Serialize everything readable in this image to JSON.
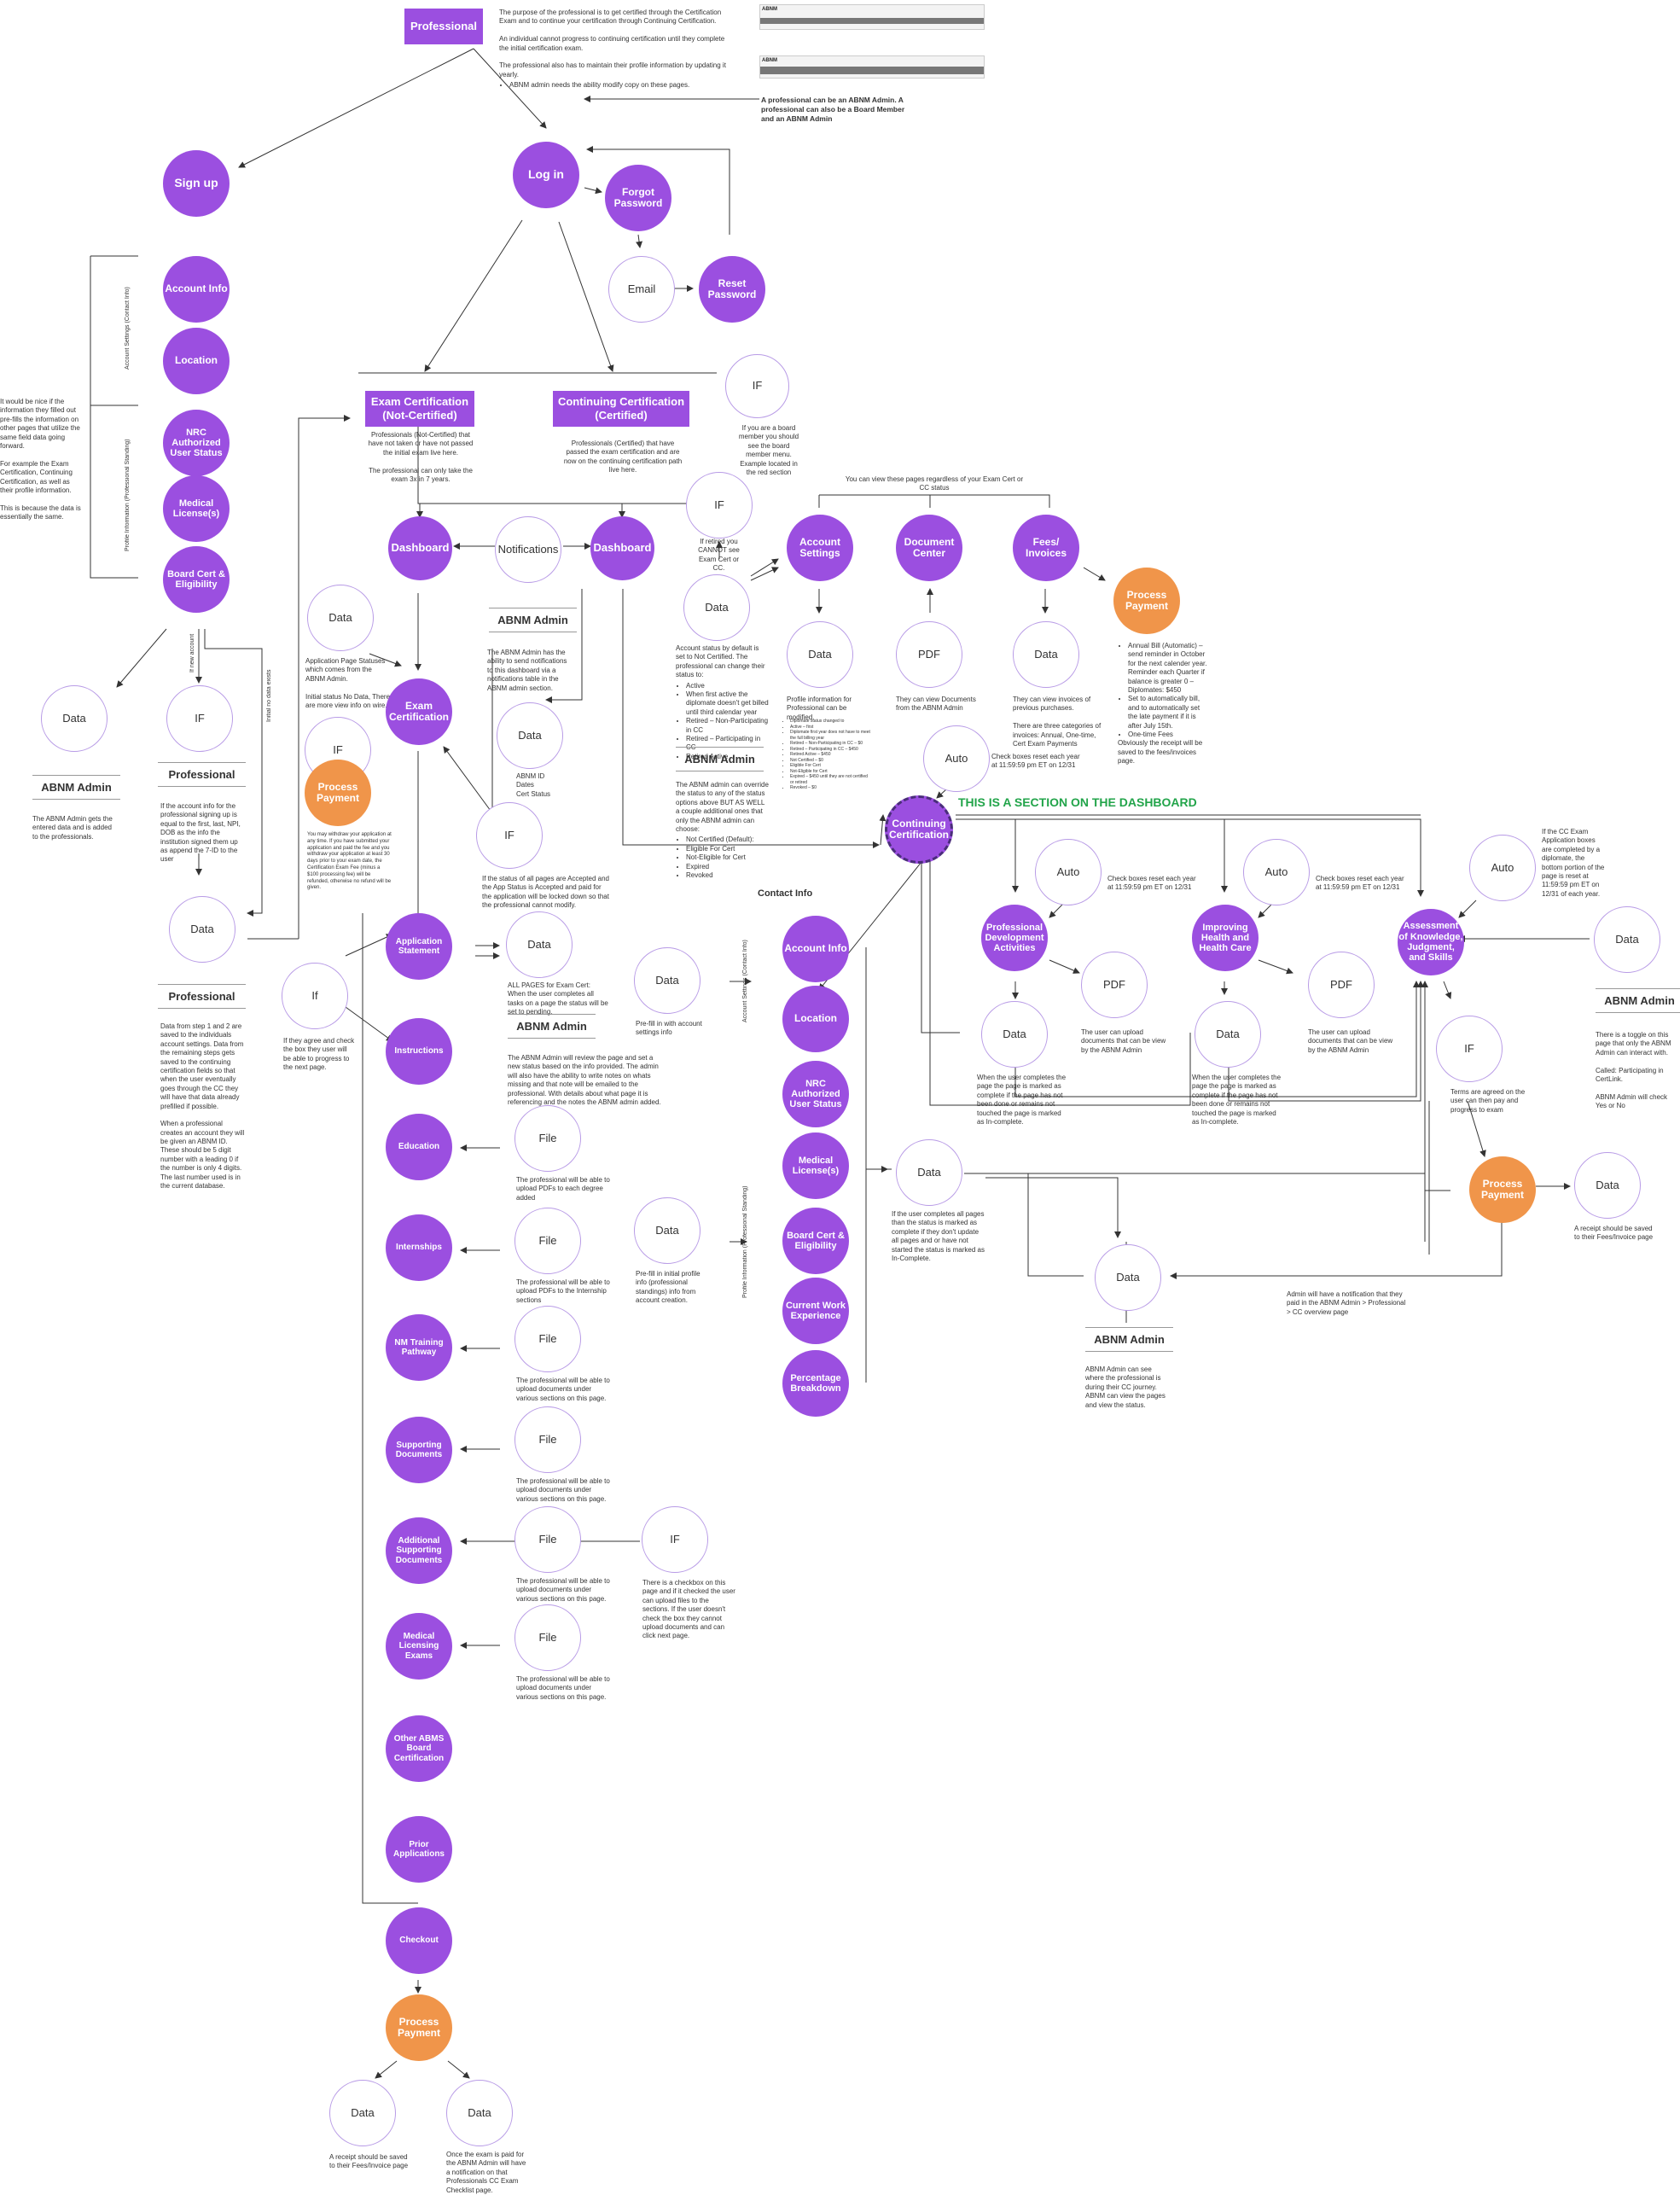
{
  "top": {
    "professional_box": "Professional",
    "purpose_note": "The purpose of the professional is to get certified through the Certification Exam and to continue your certification through Continuing Certification.",
    "purpose_note2": "An individual cannot progress to continuing certification until they complete the initial certification exam.",
    "purpose_note3": "The professional also has to maintain their profile information by updating it yearly.",
    "purpose_bullet": "ABNM admin needs the ability modify copy on these pages.",
    "admin_note": "A professional can be an ABNM Admin. A professional can also be a Board Member and an ABNM Admin",
    "thumb_logo1": "ABNM",
    "thumb_logo2": "ABNM"
  },
  "auth": {
    "signup": "Sign up",
    "login": "Log in",
    "forgot": "Forgot Password",
    "email": "Email",
    "reset": "Reset Password"
  },
  "left_profile": {
    "account_info": "Account Info",
    "location": "Location",
    "nrc": "NRC Authorized User Status",
    "medical": "Medical License(s)",
    "board_cert": "Board Cert & Eligibility",
    "account_settings_label": "Account Settings (Contact Info)",
    "profile_label": "Profile Information (Professional Standing)",
    "side_note": "It would be nice if the information they filled out pre-fills the information on other pages that utilize the same field data going forward.\n\nFor example the Exam Certification, Continuing Certification, as well as their profile information.\n\nThis is because the data is essentially the same.",
    "if_new": "If new account",
    "if_no_data": "Initial no data exists",
    "data1": "Data",
    "abnm_admin1": "ABNM Admin",
    "abnm_admin1_note": "The ABNM Admin gets the entered data and is added to the professionals.",
    "if1": "IF",
    "professional_label1": "Professional",
    "professional_note1": "If the account info for the professional signing up is equal to the first, last, NPI, DOB as the info the institution signed them up as append the 7-ID to the user",
    "data2": "Data",
    "professional_label2": "Professional",
    "professional_note2": "Data from step 1 and 2 are saved to the individuals account settings. Data from the remaining steps gets saved to the continuing certification fields so that when the user eventually goes through the CC they will have that data already prefilled if possible.\n\nWhen a professional creates an account they will be given an ABNM ID. These should be 5 digit number with a leading 0 if the number is only 4 digits. The last number used is in the current database."
  },
  "exam": {
    "title": "Exam Certification (Not-Certified)",
    "note": "Professionals (Not-Certified) that have not taken or have not passed the initial exam live here.\n\nThe professional can only take the exam 3x in 7 years.",
    "dashboard": "Dashboard",
    "notifications": "Notifications",
    "admin_label": "ABNM Admin",
    "admin_note": "The ABNM Admin has the ability to send notifications to this dashboard via a notifications table in the ABNM admin section.",
    "data_left": "Data",
    "data_left_note": "Application Page Statuses which comes from the ABNM Admin.\n\nInitial status No Data, There are more view info on wire.",
    "if_left": "IF",
    "process_payment_left": "Process Payment",
    "process_payment_left_note": "You may withdraw your application at any time. If you have submitted your application and paid the fee and you withdraw your application at least 30 days prior to your exam date, the Certification Exam Fee (minus a $100 processing fee) will be refunded, otherwise no refund will be given.",
    "exam_cert_node": "Exam Certification",
    "data_mid": "Data",
    "data_mid_note": "ABNM ID\nDates\nCert Status",
    "if_mid": "IF",
    "if_mid_note": "If the status of all pages are Accepted and the App Status is Accepted and paid for the application will be locked down so that the professional cannot modify.",
    "if_steps": "If",
    "if_steps_note": "If they agree and check the box they user will be able to progress to the next page.",
    "steps": [
      "Application Statement",
      "Instructions",
      "Education",
      "Internships",
      "NM Training Pathway",
      "Supporting Documents",
      "Additional Supporting Documents",
      "Medical Licensing Exams",
      "Other ABMS Board Certification",
      "Prior Applications",
      "Checkout"
    ],
    "data_app": "Data",
    "data_app_note": "ALL PAGES for Exam Cert:\nWhen the user completes all tasks on a page the status will be set to pending.",
    "admin_label2": "ABNM Admin",
    "admin_note2": "The ABNM Admin will review the page and set a new status based on the info provided. The admin will also have the ability to write notes on whats missing and that note will be emailed to the professional. With details about what page it is referencing and the notes the ABNM admin added.",
    "files": [
      {
        "label": "File",
        "note": "The professional will be able to upload PDFs to each degree added"
      },
      {
        "label": "File",
        "note": "The professional will be able to upload PDFs to the Internship sections"
      },
      {
        "label": "File",
        "note": "The professional will be able to upload documents under various sections on this page."
      },
      {
        "label": "File",
        "note": "The professional will be able to upload documents under various sections on this page."
      },
      {
        "label": "File",
        "note": "The professional will be able to upload documents under various sections on this page."
      },
      {
        "label": "File",
        "note": "The professional will be able to upload documents under various sections on this page."
      }
    ],
    "if_checkbox": "IF",
    "if_checkbox_note": "There is a checkbox on this page and if it checked the user can upload files to the sections. If the user doesn't check the box they cannot upload documents and can click next page.",
    "process_payment_bottom": "Process Payment",
    "data_b1": "Data",
    "data_b1_note": "A receipt should be saved to their Fees/Invoice page",
    "data_b2": "Data",
    "data_b2_note": "Once the exam is paid for the ABNM Admin will have a notification on that Professionals CC Exam Checklist page."
  },
  "cc": {
    "title": "Continuing Certification (Certified)",
    "note": "Professionals (Certified) that have passed the exam certification and are now on the continuing certification path live here.",
    "if_board": "IF",
    "if_board_note": "If you are a board member you should see the board member menu. Example located in the red section",
    "if_retired": "IF",
    "if_retired_note": "If retired you CANNOT see Exam Cert or CC.",
    "dashboard": "Dashboard",
    "data": "Data",
    "data_note": "Account status by default is set to Not Certified. The professional can change their status to:",
    "data_bullets": [
      "Active",
      "When first active the diplomate doesn't get billed until third calendar year",
      "Retired – Non-Participating in CC",
      "Retired – Participating in CC",
      "Retired Active"
    ],
    "admin_label": "ABNM Admin",
    "admin_note": "The ABNM admin can override the status to any of the status options above BUT AS WELL a couple additional ones that only the ABNM admin can choose:",
    "admin_bullets": [
      "Not Certified (Default):",
      "Eligible For Cert",
      "Not-Eligible for Cert",
      "Expired",
      "Revoked"
    ],
    "view_regardless": "You can view these pages regardless of your Exam Cert or CC status",
    "account_settings": "Account Settings",
    "document_center": "Document Center",
    "fees": "Fees/ Invoices",
    "process_payment": "Process Payment",
    "pp_note": [
      "Annual Bill (Automatic) – send reminder in October for the next calender year. Reminder each Quarter if balance is greater 0 – Diplomates: $450",
      "Set to automatically bill, and to automatically set the late payment if it is after July 15th.",
      "One-time Fees"
    ],
    "pp_note2": "Obviously the receipt will be saved to the fees/invoices page.",
    "data_as": "Data",
    "data_as_note": "Profile information for Professional can be modified.",
    "pdf_dc": "PDF",
    "pdf_dc_note": "They can view Documents from the ABNM Admin",
    "data_fees": "Data",
    "data_fees_note": "They can view invoices of previous purchases.\n\nThere are three categories of invoices: Annual, One-time, Cert Exam Payments",
    "auto_top": "Auto",
    "auto_top_note": "Check boxes reset each year at 11:59:59 pm ET on 12/31",
    "section_banner": "THIS IS A SECTION ON THE DASHBOARD",
    "cc_node": "Continuing Certification",
    "contact_info": "Contact Info",
    "account_info": "Account Info",
    "location": "Location",
    "nrc": "NRC Authorized User Status",
    "medical": "Medical License(s)",
    "board_cert": "Board Cert & Eligibility",
    "work_exp": "Current Work Experience",
    "percent": "Percentage Breakdown",
    "acct_label": "Account Settings (Contact Info)",
    "profile_label": "Profile Information (Professional Standing)",
    "data_prefill1": "Data",
    "data_prefill1_note": "Pre-fill in with account settings info",
    "data_prefill2": "Data",
    "data_prefill2_note": "Pre-fill in initial profile info (professional standings) info from account creation.",
    "data_profile": "Data",
    "data_profile_note": "If the user completes all pages than the status is marked as complete if they don't update all pages and or have not started the status is marked as In-Complete.",
    "auto_pda": "Auto",
    "auto_pda_note": "Check boxes reset each year at 11:59:59 pm ET on 12/31",
    "pda": "Professional Development Activities",
    "pdf_pda": "PDF",
    "pdf_pda_note": "The user can upload documents that can be view by the ABNM Admin",
    "data_pda": "Data",
    "data_pda_note": "When the user completes the page the page is marked as complete if the page has not been done or remains not touched the page is marked as In-complete.",
    "auto_ihc": "Auto",
    "auto_ihc_note": "Check boxes reset each year at 11:59:59 pm ET on 12/31",
    "ihc": "Improving Health and Health Care",
    "pdf_ihc": "PDF",
    "pdf_ihc_note": "The user can upload documents that can be view by the ABNM Admin",
    "data_ihc": "Data",
    "data_ihc_note": "When the user completes the page the page is marked as complete if the page has not been done or remains not touched the page is marked as In-complete.",
    "auto_ak": "Auto",
    "auto_ak_note": "If the CC Exam Application boxes are completed by a diplomate, the bottom portion of the page is reset at 11:59:59 pm ET on 12/31 of each year.",
    "ak": "Assessment of Knowledge, Judgment, and Skills",
    "if_ak": "IF",
    "if_ak_note": "Terms are agreed on the user can then pay and progress to exam",
    "data_ak_admin": "Data",
    "admin_ak_label": "ABNM Admin",
    "admin_ak_note": "There is a toggle on this page that only the ABNM Admin can interact with.\n\nCalled: Participating in CertLink.\n\nABNM Admin will check Yes or No",
    "process_payment_ak": "Process Payment",
    "data_receipt": "Data",
    "data_receipt_note": "A receipt should be saved to their Fees/Invoice page",
    "data_admin_bottom": "Data",
    "admin_bottom_label": "ABNM Admin",
    "admin_bottom_note": "ABNM Admin can see where the professional is during their CC journey. ABNM can view the pages and view the status.",
    "admin_notif_note": "Admin will have a notification that they paid in the ABNM Admin > Professional > CC overview page",
    "tiny_list": [
      "Diplomate status changed to",
      "Active – first",
      "Diplomate first year does not have to meet the full billing year",
      "Retired – Non-Participating in CC – $0",
      "Retired – Participating in CC – $450",
      "Retired Active – $450",
      "Not Certified – $0",
      "Eligible For Cert",
      "Not-Eligible for Cert",
      "Expired – $450 until they are not certified or retired",
      "Revoked – $0"
    ]
  },
  "colors": {
    "purple": "#9b4fe0",
    "orange": "#f0954a",
    "green": "#22a44a",
    "line": "#333333"
  }
}
